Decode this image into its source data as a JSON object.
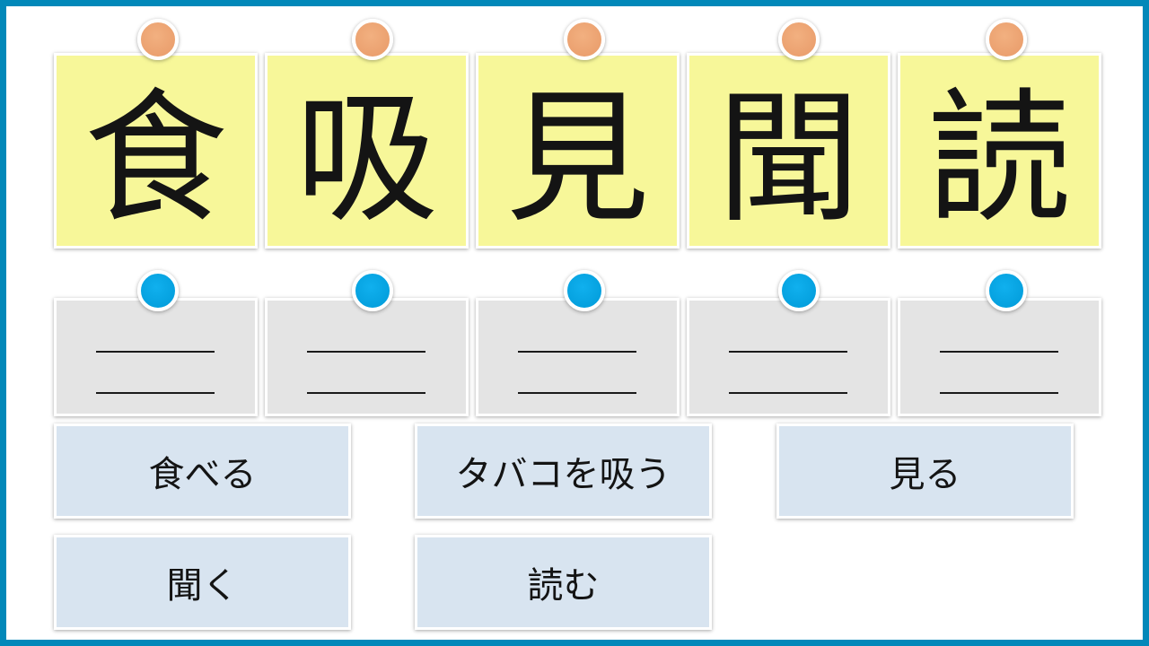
{
  "kanji_cards": [
    "食",
    "吸",
    "見",
    "聞",
    "読"
  ],
  "answer_buttons": [
    "食べる",
    "タバコを吸う",
    "見る",
    "聞く",
    "読む"
  ],
  "colors": {
    "frame": "#0288b9",
    "kanji_card": "#f7f799",
    "blank_card": "#e4e4e4",
    "button": "#d8e4f0",
    "pin_orange": "#eda575",
    "pin_blue": "#00a4e4"
  }
}
